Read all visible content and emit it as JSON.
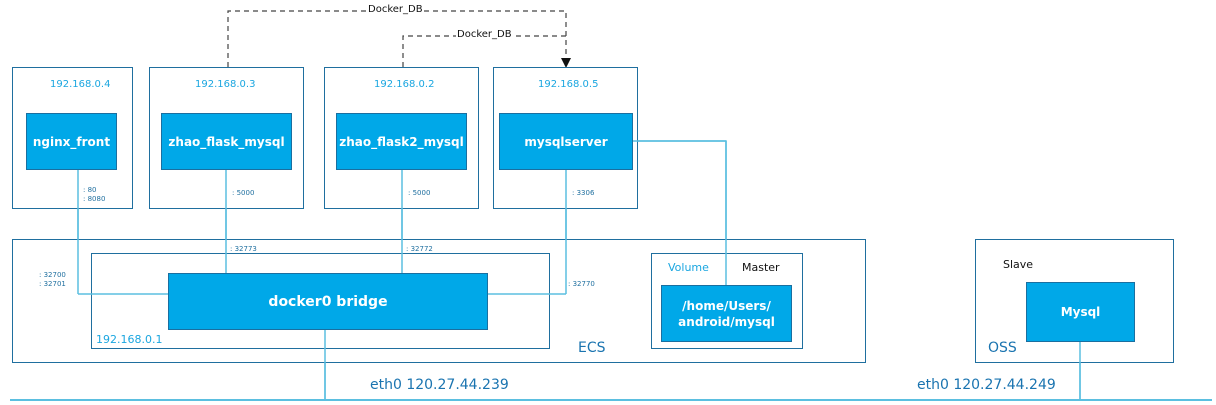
{
  "colors": {
    "node_fill": "#00a8e8",
    "frame": "#1f6f9f",
    "link": "#5bbfe0",
    "ip_text": "#1aa6e0"
  },
  "containers": [
    {
      "ip": "192.168.0.4",
      "name": "nginx_front",
      "ports": [
        ": 80",
        ": 8080"
      ]
    },
    {
      "ip": "192.168.0.3",
      "name": "zhao_flask_mysql",
      "ports": [
        ": 5000"
      ]
    },
    {
      "ip": "192.168.0.2",
      "name": "zhao_flask2_mysql",
      "ports": [
        ": 5000"
      ]
    },
    {
      "ip": "192.168.0.5",
      "name": "mysqlserver",
      "ports": [
        ": 3306"
      ]
    }
  ],
  "links": {
    "docker_db_outer": "Docker_DB",
    "docker_db_inner": "Docker_DB"
  },
  "ecs": {
    "label": "ECS",
    "bridge": {
      "name": "docker0 bridge",
      "ip": "192.168.0.1"
    },
    "host_ports": {
      "nginx": [
        ": 32700",
        ": 32701"
      ],
      "flask": ": 32773",
      "flask2": ": 32772",
      "mysql": ": 32770"
    },
    "volume": {
      "label": "Volume",
      "role": "Master",
      "path_line1": "/home/Users/",
      "path_line2": "android/mysql"
    },
    "network": "eth0 120.27.44.239"
  },
  "oss": {
    "label": "OSS",
    "role": "Slave",
    "db": "Mysql",
    "network": "eth0 120.27.44.249"
  }
}
